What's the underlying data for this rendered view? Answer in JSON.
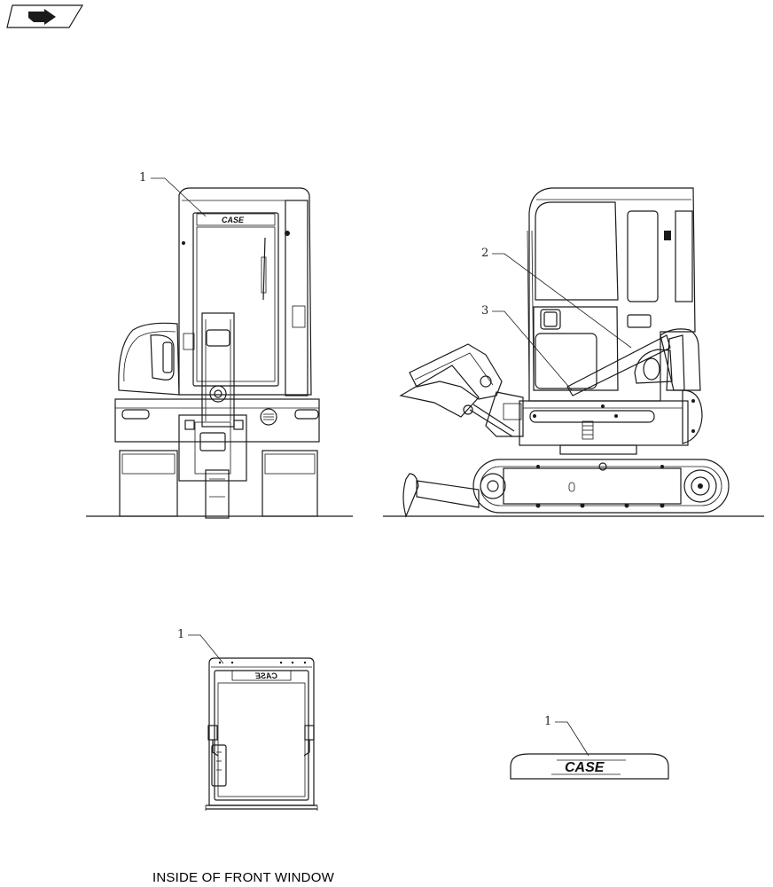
{
  "icon": {
    "name": "book-arrow-icon"
  },
  "callouts": {
    "front_view_1": "1",
    "side_view_2": "2",
    "side_view_3": "3",
    "window_view_1": "1",
    "decal_view_1": "1"
  },
  "brand": {
    "front_logo": "CASE",
    "window_logo_mirrored": "CASE",
    "decal_logo": "CASE"
  },
  "caption": "INSIDE OF FRONT WINDOW"
}
